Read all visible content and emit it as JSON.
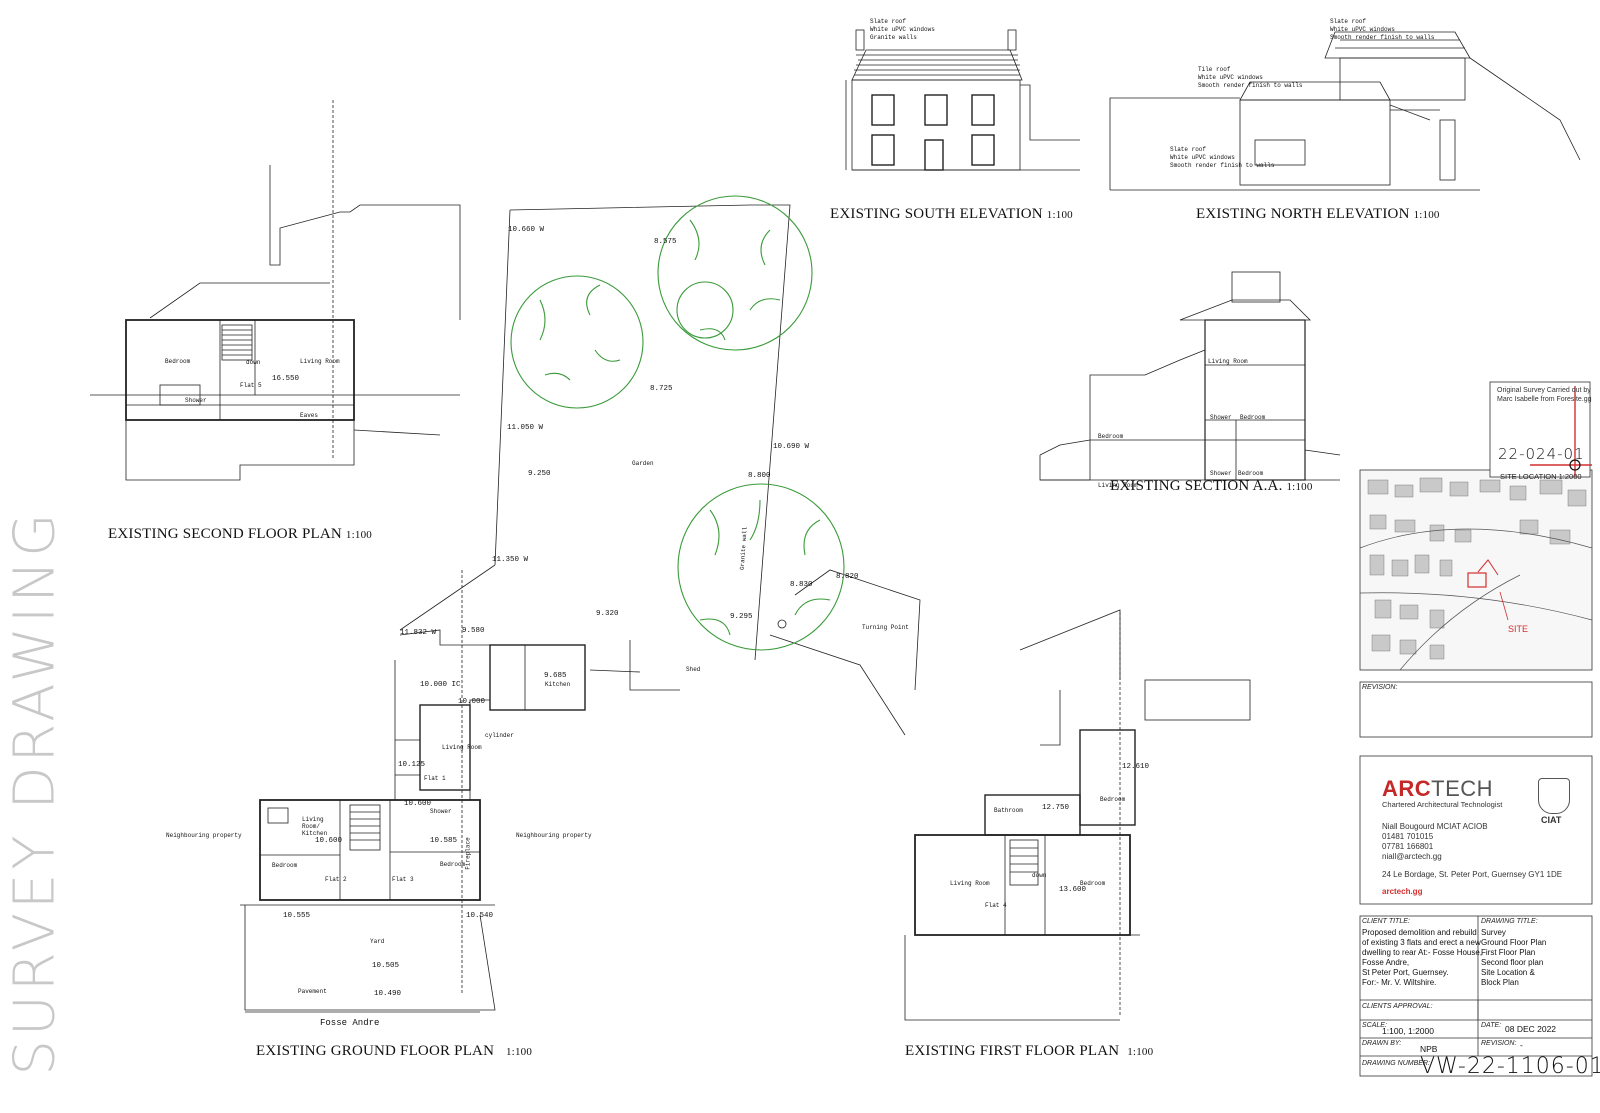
{
  "watermark": "SURVEY DRAWING",
  "drawing_titles": {
    "second_floor": "EXISTING  SECOND FLOOR PLAN",
    "second_floor_scale": "1:100",
    "ground_floor": "EXISTING  GROUND FLOOR PLAN",
    "ground_floor_scale": "1:100",
    "first_floor": "EXISTING FIRST FLOOR PLAN",
    "first_floor_scale": "1:100",
    "south_elevation": "EXISTING SOUTH ELEVATION",
    "south_elevation_scale": "1:100",
    "north_elevation": "EXISTING NORTH ELEVATION",
    "north_elevation_scale": "1:100",
    "section": "EXISTING SECTION A.A.",
    "section_scale": "1:100"
  },
  "second_floor_plan": {
    "rooms": [
      "Bedroom",
      "Living Room",
      "Shower",
      "Flat 5",
      "Eaves",
      "down"
    ],
    "levels": [
      "16.550"
    ]
  },
  "ground_floor_plan": {
    "rooms": [
      "Kitchen",
      "Living Room",
      "Flat 1",
      "Living Room/ Kitchen",
      "Bedroom",
      "Flat 2",
      "Flat 3",
      "Shower",
      "Bedroom",
      "cylinder",
      "Fireplace",
      "Yard",
      "Pavement",
      "Neighbouring property",
      "Neighbouring property"
    ],
    "street": "Fosse Andre",
    "levels": [
      "11.832 W",
      "9.580",
      "10.000 IC",
      "9.685",
      "10.000",
      "10.125",
      "10.600",
      "10.600",
      "10.585",
      "10.555",
      "10.540",
      "10.505",
      "10.490"
    ]
  },
  "site_plan": {
    "labels": [
      "Garden",
      "Granite wall",
      "Turning Point",
      "Shed"
    ],
    "levels": [
      "10.660 W",
      "8.575",
      "8.725",
      "11.050 W",
      "10.690 W",
      "9.250",
      "8.800",
      "11.350 W",
      "8.830",
      "8.820",
      "9.320",
      "9.295"
    ]
  },
  "first_floor_plan": {
    "rooms": [
      "Bathroom",
      "Bedroom",
      "Living Room",
      "Bedroom",
      "Flat 4",
      "down"
    ],
    "levels": [
      "12.610",
      "12.750",
      "13.600"
    ]
  },
  "section_labels": [
    "Living Room",
    "Shower",
    "Bedroom",
    "Bedroom",
    "Living Room",
    "Shower",
    "Bedroom"
  ],
  "elevation_notes": {
    "south": [
      "Slate roof",
      "White uPVC windows",
      "Granite walls"
    ],
    "north_upper": [
      "Slate roof",
      "White uPVC windows",
      "Smooth render finish to walls"
    ],
    "north_mid": [
      "Tile roof",
      "White uPVC windows",
      "Smooth render finish to walls"
    ],
    "north_lower": [
      "Slate roof",
      "White uPVC windows",
      "Smooth render finish to walls"
    ]
  },
  "survey_note": {
    "line1": "Original Survey Carried out by",
    "line2": "Marc Isabelle from Foresite.gg",
    "number": "22-024-01"
  },
  "site_location": {
    "title": "SITE LOCATION 1:2000",
    "marker": "SITE"
  },
  "title_block": {
    "revision_label": "REVISION:",
    "company_red": "ARC",
    "company_grey": "TECH",
    "company_sub": "Chartered Architectural Technologist",
    "contact_name": "Niall Bougourd MCIAT  ACIOB",
    "phone1": "01481 701015",
    "phone2": "07781 166801",
    "email": "niall@arctech.gg",
    "address": "24 Le Bordage, St. Peter Port, Guernsey GY1 1DE",
    "web": "arctech.gg",
    "ciat": "CIAT",
    "client_title_label": "CLIENT TITLE:",
    "client_title": [
      "Proposed demolition and rebuild",
      "of existing 3 flats and erect a new",
      "dwelling to rear At:- Fosse House,",
      "Fosse Andre,",
      "St Peter Port, Guernsey.",
      "For:- Mr. V. Wiltshire."
    ],
    "drawing_title_label": "DRAWING TITLE:",
    "drawing_title": [
      "Survey",
      "Ground Floor Plan",
      "First Floor Plan",
      "Second floor plan",
      "Site Location &",
      "Block Plan"
    ],
    "clients_approval_label": "CLIENTS APPROVAL:",
    "scale_label": "SCALE:",
    "scale": "1:100, 1:2000",
    "date_label": "DATE:",
    "date": "08 DEC 2022",
    "drawn_by_label": "DRAWN BY:",
    "drawn_by": "NPB",
    "revision2_label": "REVISION:",
    "revision2": "-",
    "drawing_number_label": "DRAWING NUMBER:",
    "drawing_number": "VW-22-1106-01"
  },
  "colors": {
    "tree": "#3a9a3a",
    "accent": "#c62828",
    "line": "#222222"
  }
}
